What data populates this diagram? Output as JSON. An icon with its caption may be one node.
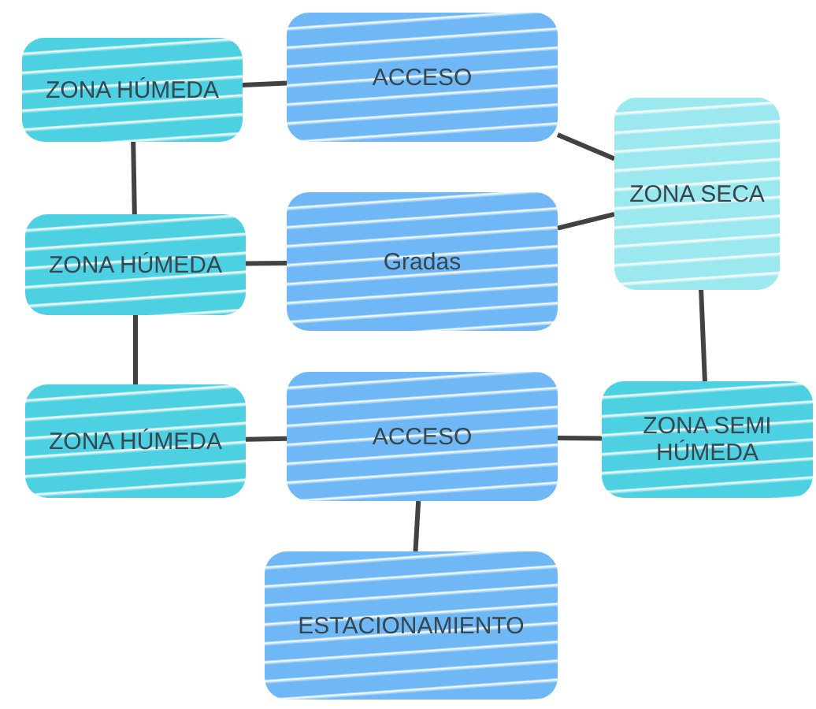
{
  "diagram": {
    "nodes": [
      {
        "text": [
          "ZONA HÚMEDA"
        ]
      },
      {
        "text": [
          "ACCESO"
        ]
      },
      {
        "text": [
          "ZONA SECA"
        ]
      },
      {
        "text": [
          "ZONA HÚMEDA"
        ]
      },
      {
        "text": [
          "Gradas"
        ]
      },
      {
        "text": [
          "ZONA HÚMEDA"
        ]
      },
      {
        "text": [
          "ACCESO"
        ]
      },
      {
        "text": [
          "ZONA SEMI HÚMEDA"
        ]
      },
      {
        "text": [
          "ESTACIONAMIENTO"
        ]
      }
    ],
    "edges": [
      {
        "from": 0,
        "to": 1,
        "arrow": "none"
      },
      {
        "from": 0,
        "to": 3,
        "arrow": "none"
      },
      {
        "from": 1,
        "to": 2,
        "arrow": "none"
      },
      {
        "from": 3,
        "to": 4,
        "arrow": "none"
      },
      {
        "from": 4,
        "to": 2,
        "arrow": "none"
      },
      {
        "from": 3,
        "to": 5,
        "arrow": "none"
      },
      {
        "from": 2,
        "to": 7,
        "arrow": "none"
      },
      {
        "from": 5,
        "to": 6,
        "arrow": "none"
      },
      {
        "from": 6,
        "to": 7,
        "arrow": "none"
      },
      {
        "from": 6,
        "to": 8,
        "arrow": "none"
      }
    ]
  }
}
